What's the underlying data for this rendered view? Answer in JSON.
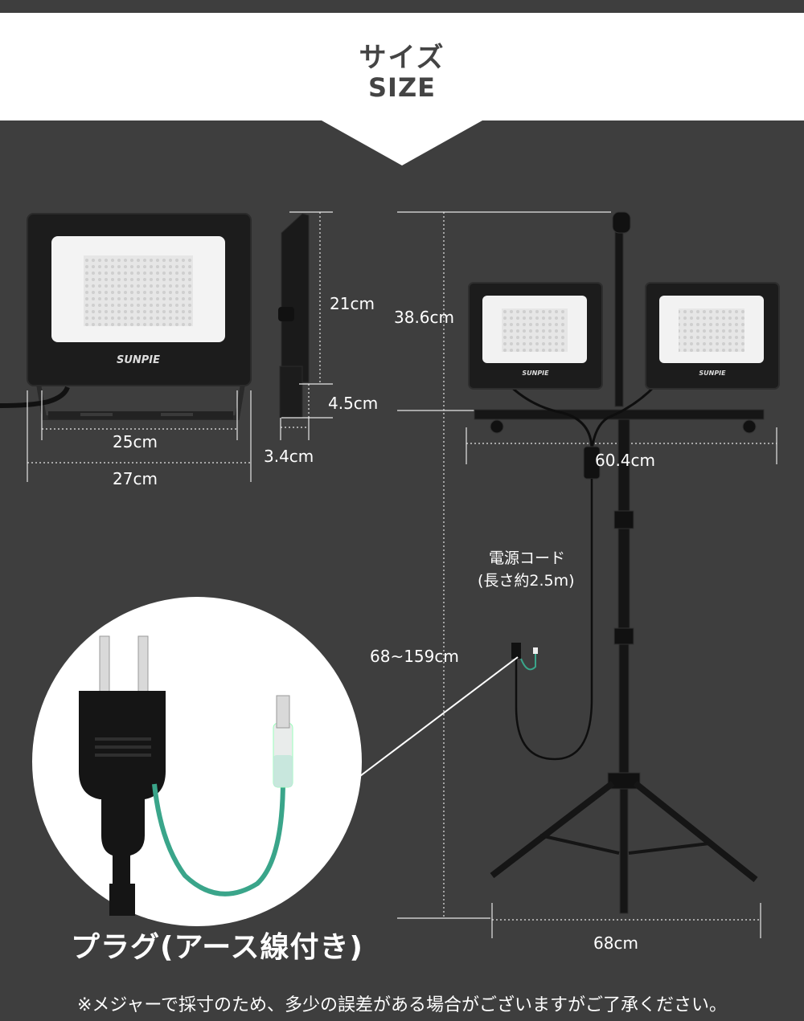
{
  "header": {
    "title_ja": "サイズ",
    "title_en": "SIZE"
  },
  "front_view": {
    "brand": "SUNPIE",
    "width_inner": "25cm",
    "width_outer": "27cm"
  },
  "side_view": {
    "height": "21cm",
    "bracket": "4.5cm",
    "depth": "3.4cm"
  },
  "stand_view": {
    "head_height": "38.6cm",
    "span": "60.4cm",
    "pole_height": "68~159cm",
    "base_width": "68cm",
    "cord_label": "電源コード",
    "cord_length": "(長さ約2.5m)"
  },
  "plug": {
    "title": "プラグ(アース線付き)"
  },
  "footnote": "※メジャーで採寸のため、多少の誤差がある場合がございますがご了承ください。",
  "colors": {
    "background": "#3e3e3e",
    "header": "#ffffff",
    "title_text": "#444444",
    "ground_wire": "#3aa58a",
    "lamp_body": "#1c1c1c"
  }
}
